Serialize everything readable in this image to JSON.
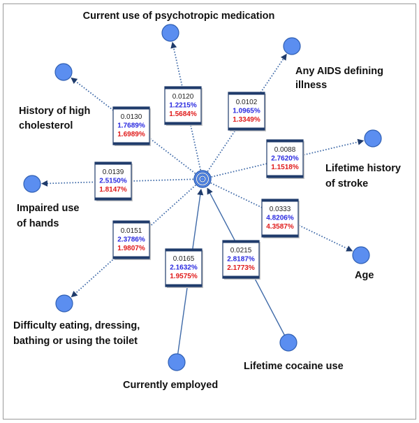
{
  "colors": {
    "node_fill": "#5b8ef0",
    "node_stroke": "#2f5fb3",
    "edge": "#3f6aa8",
    "box_bar": "#1f3b6b",
    "value_blue": "#2a2ae0",
    "value_red": "#e01a1a",
    "value_black": "#222222"
  },
  "hub": {
    "name": "central-hub"
  },
  "factors": [
    {
      "id": "psychotropic",
      "label_lines": [
        "Current use of psychotropic medication"
      ],
      "values": [
        "0.0120",
        "1.2215%",
        "1.5684%"
      ],
      "arrow": "outward",
      "style": "dotted"
    },
    {
      "id": "aids",
      "label_lines": [
        "Any AIDS defining",
        "illness"
      ],
      "values": [
        "0.0102",
        "1.0965%",
        "1.3349%"
      ],
      "arrow": "outward",
      "style": "dotted"
    },
    {
      "id": "cholesterol",
      "label_lines": [
        "History of high",
        "cholesterol"
      ],
      "values": [
        "0.0130",
        "1.7689%",
        "1.6989%"
      ],
      "arrow": "outward",
      "style": "dotted"
    },
    {
      "id": "stroke",
      "label_lines": [
        "Lifetime history",
        "of stroke"
      ],
      "values": [
        "0.0088",
        "2.7620%",
        "1.1518%"
      ],
      "arrow": "outward",
      "style": "dotted"
    },
    {
      "id": "hands",
      "label_lines": [
        "Impaired use",
        "of hands"
      ],
      "values": [
        "0.0139",
        "2.5150%",
        "1.8147%"
      ],
      "arrow": "outward",
      "style": "dotted"
    },
    {
      "id": "age",
      "label_lines": [
        "Age"
      ],
      "values": [
        "0.0333",
        "4.8206%",
        "4.3587%"
      ],
      "arrow": "outward",
      "style": "dotted"
    },
    {
      "id": "difficulty",
      "label_lines": [
        "Difficulty eating, dressing,",
        "bathing or using the toilet"
      ],
      "values": [
        "0.0151",
        "2.3786%",
        "1.9807%"
      ],
      "arrow": "outward",
      "style": "dotted"
    },
    {
      "id": "employed",
      "label_lines": [
        "Currently employed"
      ],
      "values": [
        "0.0165",
        "2.1632%",
        "1.9575%"
      ],
      "arrow": "inward",
      "style": "solid"
    },
    {
      "id": "cocaine",
      "label_lines": [
        "Lifetime cocaine use"
      ],
      "values": [
        "0.0215",
        "2.8187%",
        "2.1773%"
      ],
      "arrow": "inward",
      "style": "solid"
    }
  ]
}
